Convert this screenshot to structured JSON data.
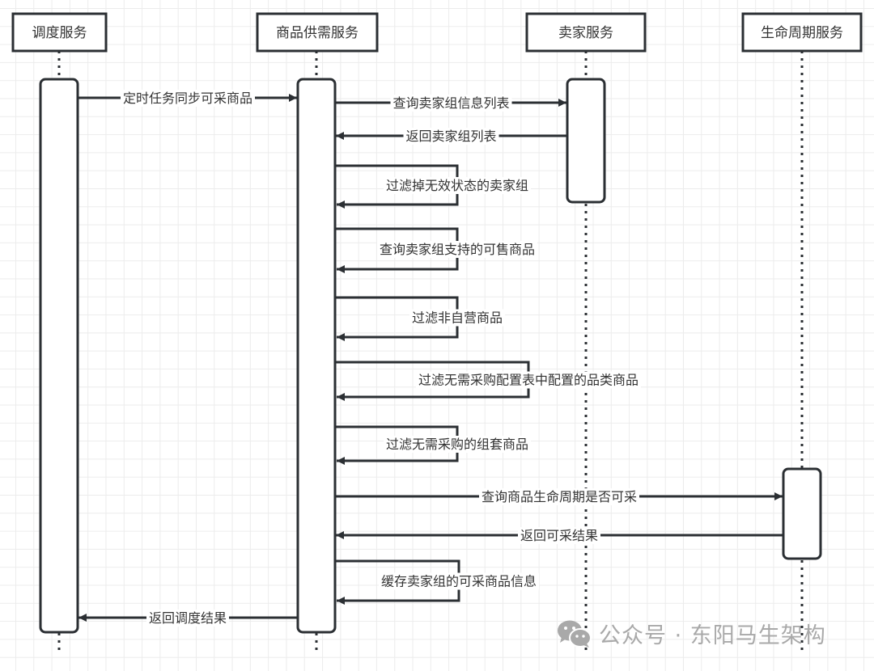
{
  "diagram": {
    "type": "sequence",
    "colors": {
      "line": "#2b2f33",
      "text": "#333333",
      "grid": "#ececec",
      "watermark": "#a9a9a9"
    },
    "participants": [
      {
        "id": "scheduler",
        "label": "调度服务"
      },
      {
        "id": "supply",
        "label": "商品供需服务"
      },
      {
        "id": "seller",
        "label": "卖家服务"
      },
      {
        "id": "lifecycle",
        "label": "生命周期服务"
      }
    ],
    "messages": [
      {
        "from": "scheduler",
        "to": "supply",
        "kind": "call",
        "label": "定时任务同步可采商品"
      },
      {
        "from": "supply",
        "to": "seller",
        "kind": "call",
        "label": "查询卖家组信息列表"
      },
      {
        "from": "seller",
        "to": "supply",
        "kind": "return",
        "label": "返回卖家组列表"
      },
      {
        "from": "supply",
        "to": "supply",
        "kind": "self",
        "label": "过滤掉无效状态的卖家组"
      },
      {
        "from": "supply",
        "to": "supply",
        "kind": "self",
        "label": "查询卖家组支持的可售商品"
      },
      {
        "from": "supply",
        "to": "supply",
        "kind": "self",
        "label": "过滤非自营商品"
      },
      {
        "from": "supply",
        "to": "supply",
        "kind": "self",
        "label": "过滤无需采购配置表中配置的品类商品"
      },
      {
        "from": "supply",
        "to": "supply",
        "kind": "self",
        "label": "过滤无需采购的组套商品"
      },
      {
        "from": "supply",
        "to": "lifecycle",
        "kind": "call",
        "label": "查询商品生命周期是否可采"
      },
      {
        "from": "lifecycle",
        "to": "supply",
        "kind": "return",
        "label": "返回可采结果"
      },
      {
        "from": "supply",
        "to": "supply",
        "kind": "self",
        "label": "缓存卖家组的可采商品信息"
      },
      {
        "from": "supply",
        "to": "scheduler",
        "kind": "return",
        "label": "返回调度结果"
      }
    ]
  },
  "watermark": {
    "icon": "wechat-icon",
    "text": "公众号 · 东阳马生架构"
  }
}
